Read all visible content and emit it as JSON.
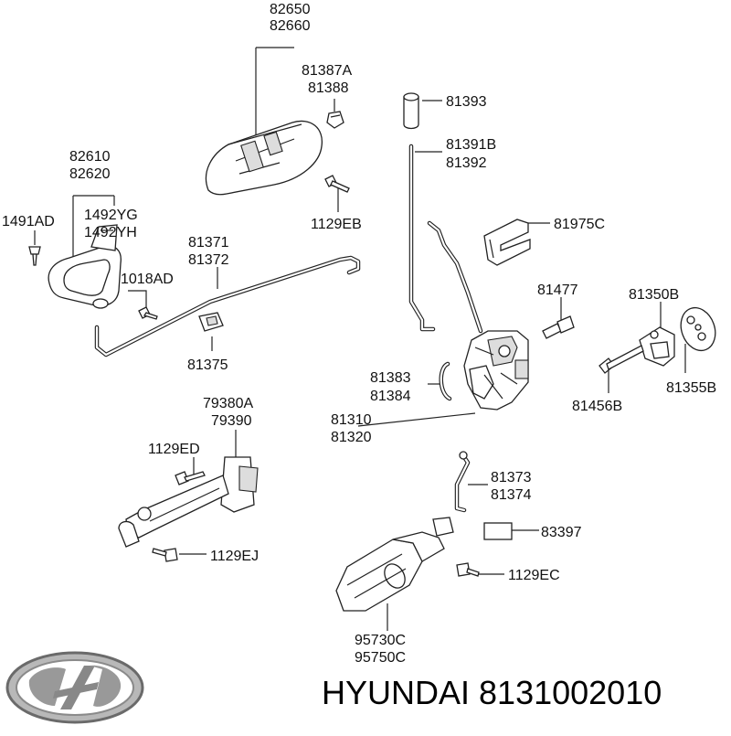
{
  "labels": [
    {
      "id": "82650",
      "text": "82650"
    },
    {
      "id": "82660",
      "text": "82660"
    },
    {
      "id": "81387A",
      "text": "81387A"
    },
    {
      "id": "81388",
      "text": "81388"
    },
    {
      "id": "81393",
      "text": "81393"
    },
    {
      "id": "81391B",
      "text": "81391B"
    },
    {
      "id": "81392",
      "text": "81392"
    },
    {
      "id": "82610",
      "text": "82610"
    },
    {
      "id": "82620",
      "text": "82620"
    },
    {
      "id": "1129EB",
      "text": "1129EB"
    },
    {
      "id": "1491AD",
      "text": "1491AD"
    },
    {
      "id": "1492YG",
      "text": "1492YG"
    },
    {
      "id": "1492YH",
      "text": "1492YH"
    },
    {
      "id": "81975C",
      "text": "81975C"
    },
    {
      "id": "81371",
      "text": "81371"
    },
    {
      "id": "81372",
      "text": "81372"
    },
    {
      "id": "1018AD",
      "text": "1018AD"
    },
    {
      "id": "81477",
      "text": "81477"
    },
    {
      "id": "81350B",
      "text": "81350B"
    },
    {
      "id": "81375",
      "text": "81375"
    },
    {
      "id": "81383",
      "text": "81383"
    },
    {
      "id": "81384",
      "text": "81384"
    },
    {
      "id": "81355B",
      "text": "81355B"
    },
    {
      "id": "81456B",
      "text": "81456B"
    },
    {
      "id": "79380A",
      "text": "79380A"
    },
    {
      "id": "79390",
      "text": "79390"
    },
    {
      "id": "81310",
      "text": "81310"
    },
    {
      "id": "81320",
      "text": "81320"
    },
    {
      "id": "1129ED",
      "text": "1129ED"
    },
    {
      "id": "81373",
      "text": "81373"
    },
    {
      "id": "81374",
      "text": "81374"
    },
    {
      "id": "83397",
      "text": "83397"
    },
    {
      "id": "1129EJ",
      "text": "1129EJ"
    },
    {
      "id": "1129EC",
      "text": "1129EC"
    },
    {
      "id": "95730C",
      "text": "95730C"
    },
    {
      "id": "95750C",
      "text": "95750C"
    }
  ],
  "brand_caption": "HYUNDAI 8131002010",
  "logo": {
    "icon": "hyundai-logo-icon",
    "color": "#888888"
  }
}
